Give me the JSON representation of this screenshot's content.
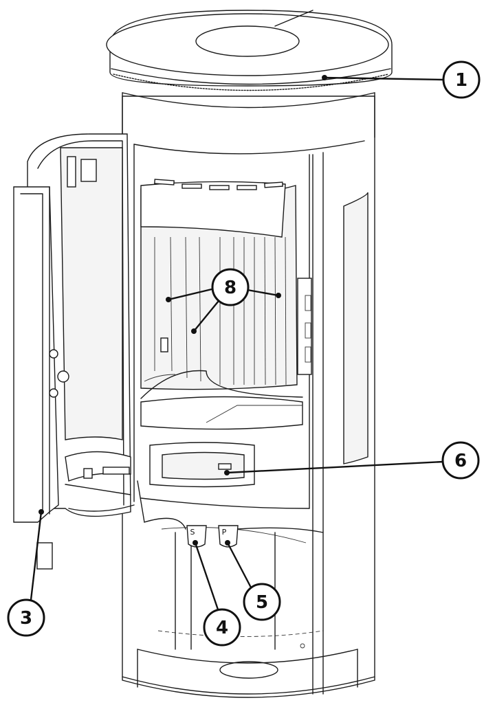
{
  "callouts": [
    {
      "id": "1",
      "label": "1"
    },
    {
      "id": "3",
      "label": "3"
    },
    {
      "id": "4",
      "label": "4"
    },
    {
      "id": "5",
      "label": "5"
    },
    {
      "id": "6",
      "label": "6"
    },
    {
      "id": "8",
      "label": "8"
    }
  ],
  "levers": {
    "left_letter": "S",
    "right_letter": "P"
  },
  "colors": {
    "line": "#1a1a1a",
    "background": "#ffffff",
    "glass": "#f4f4f4"
  }
}
